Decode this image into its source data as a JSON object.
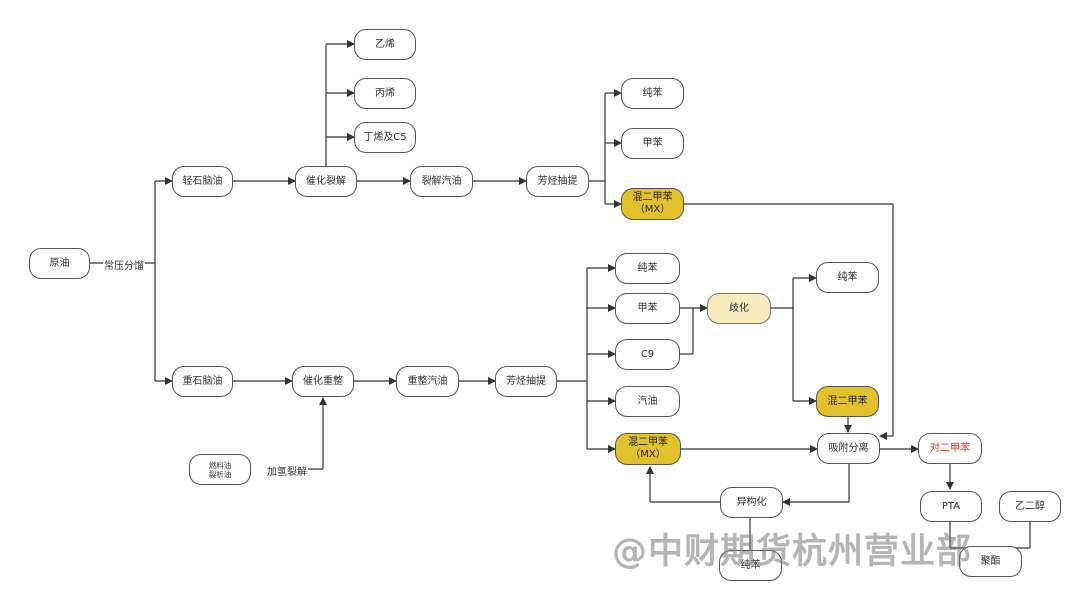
{
  "nodes": {
    "crude_oil": "原油",
    "light_naphtha": "轻石脑油",
    "fcc": "催化裂解",
    "ethylene": "乙烯",
    "propylene": "丙烯",
    "butylene_c5": "丁烯及C5",
    "cracked_gasoline": "裂解汽油",
    "aromatic_extraction_top": "芳烃抽提",
    "benzene_top": "纯苯",
    "toluene_top": "甲苯",
    "mx_top_line1": "混二甲苯",
    "mx_top_line2": "（MX）",
    "heavy_naphtha": "重石脑油",
    "catalytic_reforming": "催化重整",
    "fuel_oil_line1": "燃料油",
    "fuel_oil_line2": "裂析油",
    "reformate": "重整汽油",
    "aromatic_extraction_bottom": "芳烃抽提",
    "benzene_mid": "纯苯",
    "toluene_mid": "甲苯",
    "c9": "C9",
    "gasoline": "汽油",
    "mx_bottom_line1": "混二甲苯",
    "mx_bottom_line2": "（MX）",
    "disproportionation": "歧化",
    "benzene_right": "纯苯",
    "mx_right": "混二甲苯",
    "adsorption_separation": "吸附分离",
    "paraxylene": "对二甲苯",
    "isomerization": "异构化",
    "benzene_bottom": "纯苯",
    "pta": "PTA",
    "ethylene_glycol": "乙二醇",
    "polyester": "聚酯"
  },
  "edge_labels": {
    "atmospheric_distillation": "常压分馏",
    "hydrocracking": "加氢裂解"
  },
  "watermark": "@中财期货杭州营业部",
  "colors": {
    "highlight": "#e3c12a",
    "pale_highlight": "#f7ebbd",
    "paraxylene_text": "#e0322b",
    "line": "#333333"
  }
}
